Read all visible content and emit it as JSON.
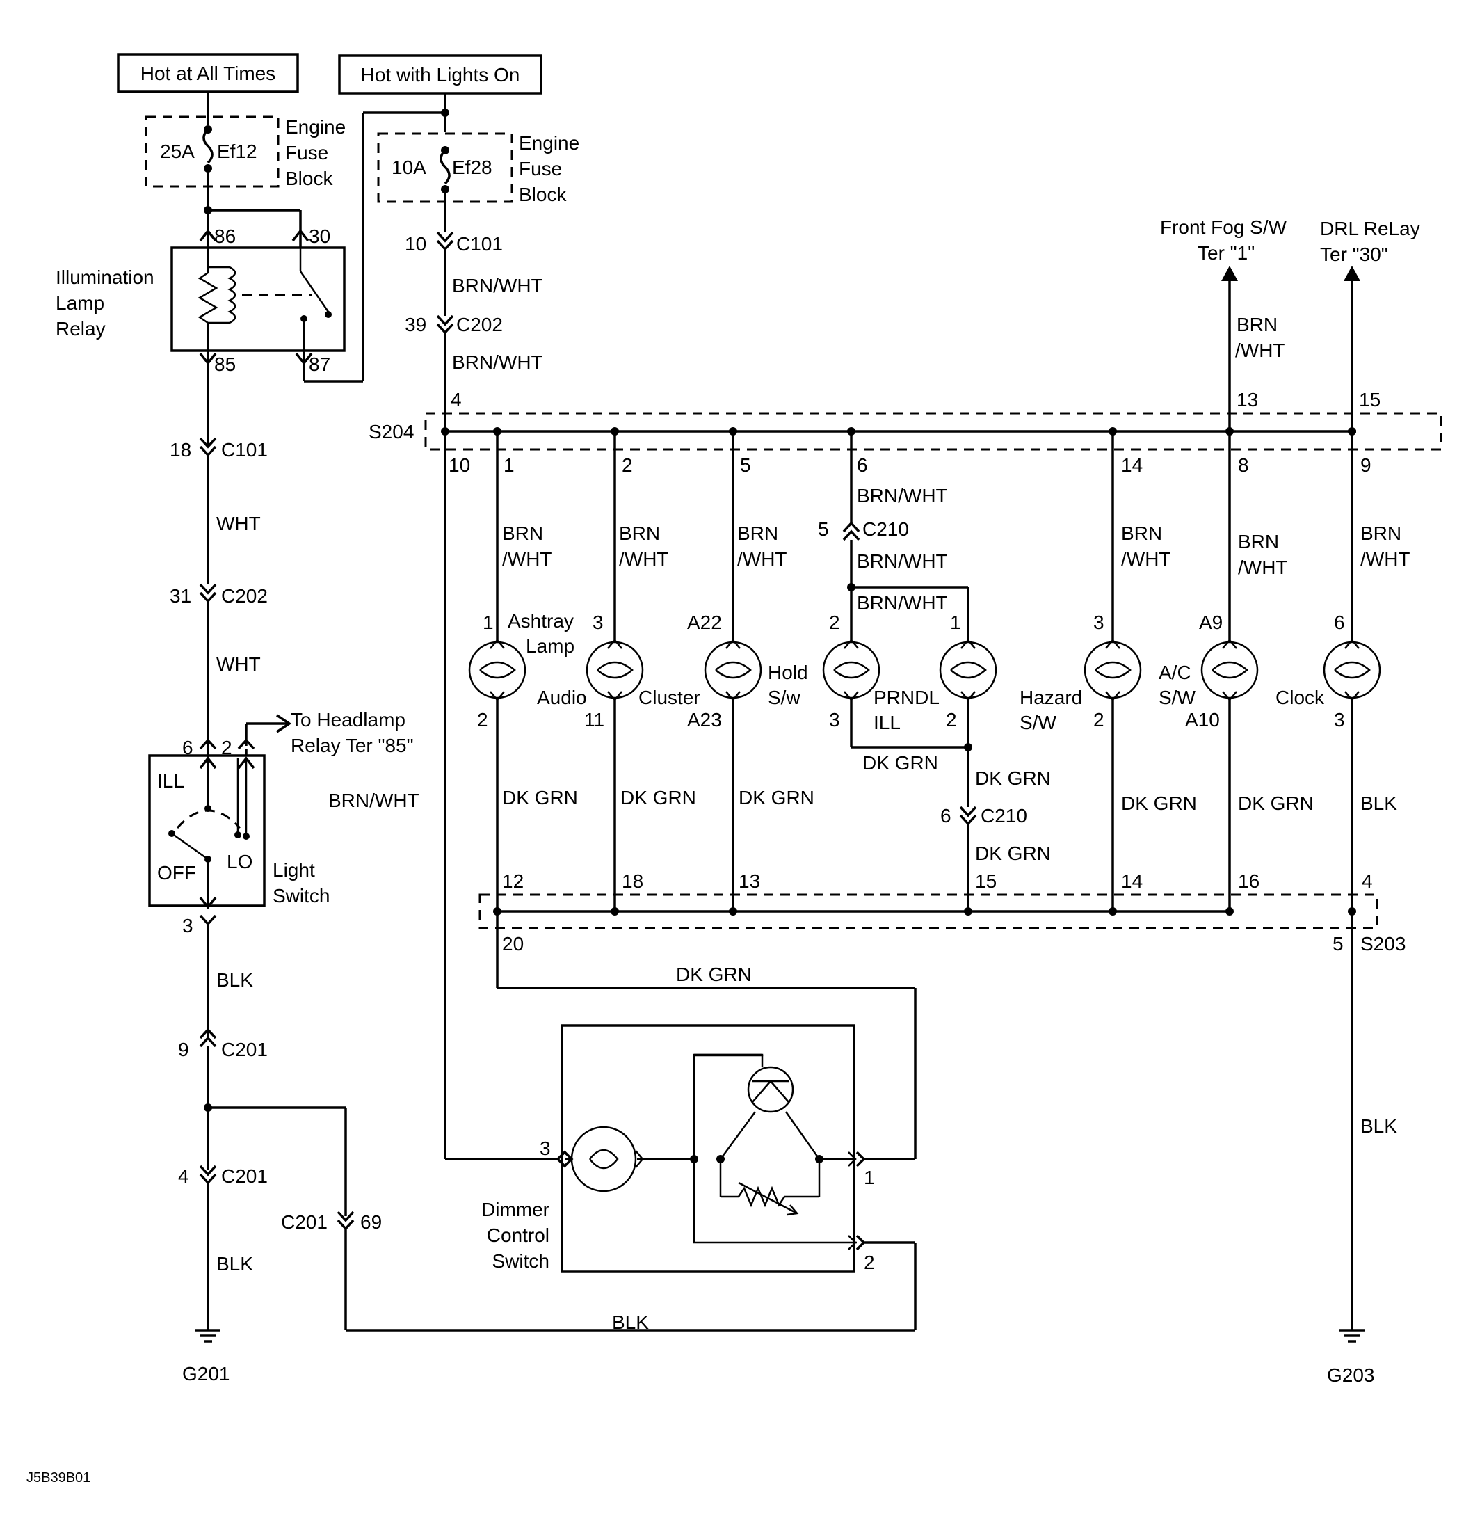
{
  "sources": {
    "hot_all_times": "Hot at All Times",
    "hot_lights_on": "Hot with Lights On"
  },
  "fuses": {
    "ef12": {
      "rating": "25A",
      "name": "Ef12"
    },
    "ef28": {
      "rating": "10A",
      "name": "Ef28"
    },
    "block_line1": "Engine",
    "block_line2": "Fuse",
    "block_line3": "Block"
  },
  "relay": {
    "line1": "Illumination",
    "line2": "Lamp",
    "line3": "Relay",
    "pins": [
      "86",
      "30",
      "85",
      "87"
    ]
  },
  "connectors": {
    "c101": "C101",
    "c202": "C202",
    "c201": "C201",
    "c210": "C210",
    "left": {
      "p18": "18",
      "p31": "31",
      "p9": "9",
      "p4": "4",
      "p69": "69"
    },
    "mid": {
      "p10": "10",
      "p39": "39"
    }
  },
  "wires": {
    "brn_wht": "BRN/WHT",
    "brn": "BRN",
    "wht_slash": "/WHT",
    "wht": "WHT",
    "blk": "BLK",
    "dk_grn": "DK GRN"
  },
  "splices": {
    "s204": "S204",
    "s203": "S203",
    "s204_pins": {
      "in": "4",
      "p10": "10",
      "p1": "1",
      "p2": "2",
      "p5": "5",
      "p6": "6",
      "p14": "14",
      "p8": "8",
      "p9": "9",
      "p13": "13",
      "p15": "15"
    },
    "s203_pins": {
      "p12": "12",
      "p18": "18",
      "p13": "13",
      "p15": "15",
      "p14": "14",
      "p16": "16",
      "p4": "4",
      "p20": "20",
      "p5": "5"
    }
  },
  "light_switch": {
    "ill": "ILL",
    "off": "OFF",
    "lo": "LO",
    "label1": "Light",
    "label2": "Switch",
    "pins": {
      "p6": "6",
      "p2": "2",
      "p3": "3"
    }
  },
  "headlamp_ref": {
    "line1": "To Headlamp",
    "line2": "Relay Ter \"85\""
  },
  "outputs": {
    "fog_line1": "Front Fog S/W",
    "fog_line2": "Ter \"1\"",
    "drl_line1": "DRL ReLay",
    "drl_line2": "Ter \"30\""
  },
  "lamps": {
    "ashtray": {
      "l1": "Ashtray",
      "l2": "Lamp",
      "top": "1",
      "bot": "2"
    },
    "audio": {
      "l1": "Audio",
      "top": "3",
      "bot": "11"
    },
    "cluster": {
      "l1": "Cluster",
      "top": "A22",
      "bot": "A23"
    },
    "hold": {
      "l1": "Hold",
      "l2": "S/w",
      "top": "2",
      "bot": "3"
    },
    "prndl": {
      "l1": "PRNDL",
      "l2": "ILL",
      "top": "1",
      "bot": "2"
    },
    "hazard": {
      "l1": "Hazard",
      "l2": "S/W",
      "top": "3",
      "bot": "2"
    },
    "ac": {
      "l1": "A/C",
      "l2": "S/W",
      "top": "A9",
      "bot": "A10"
    },
    "clock": {
      "l1": "Clock",
      "top": "6",
      "bot": "3"
    }
  },
  "c210_pins": {
    "p5": "5",
    "p6": "6"
  },
  "dimmer": {
    "l1": "Dimmer",
    "l2": "Control",
    "l3": "Switch",
    "p3": "3",
    "p1": "1",
    "p2": "2"
  },
  "grounds": {
    "g201": "G201",
    "g203": "G203"
  },
  "figure_id": "J5B39B01"
}
